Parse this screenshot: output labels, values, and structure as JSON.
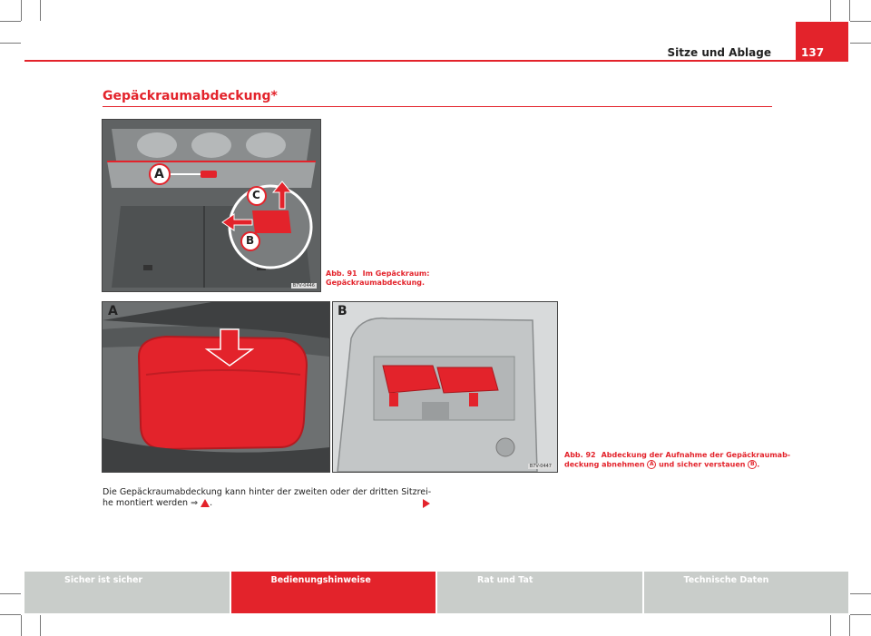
{
  "header": {
    "chapter_title": "Sitze und Ablage",
    "page_number": "137"
  },
  "section": {
    "title": "Gepäckraumabdeckung*"
  },
  "figure91": {
    "caption_number": "Abb. 91",
    "caption_text_line1": "Im Gepäckraum:",
    "caption_text_line2": "Gepäckraumabdeckung.",
    "label_a": "A",
    "label_b": "B",
    "label_c": "C",
    "image_code": "B7V-0446"
  },
  "figure92": {
    "caption_number": "Abb. 92",
    "caption_text_line1": "Abdeckung der Aufnahme der Gepäckraumab-",
    "caption_text_line2_pre": "deckung abnehmen",
    "caption_ref_a": "A",
    "caption_text_line2_mid": "und sicher verstauen",
    "caption_ref_b": "B",
    "caption_text_line2_post": ".",
    "panel_a_label": "A",
    "panel_b_label": "B",
    "image_code": "B7V-0447"
  },
  "body": {
    "line1": "Die Gepäckraumabdeckung kann hinter der zweiten oder der dritten Sitzrei-",
    "line2_pre": "he montiert werden ⇒",
    "line2_post": "."
  },
  "footer": {
    "tabs": [
      {
        "label": "Sicher ist sicher",
        "active": false
      },
      {
        "label": "Bedienungshinweise",
        "active": true
      },
      {
        "label": "Rat und Tat",
        "active": false
      },
      {
        "label": "Technische Daten",
        "active": false
      }
    ]
  },
  "colors": {
    "accent": "#e3232b",
    "footer_gray": "#c9cdca"
  }
}
